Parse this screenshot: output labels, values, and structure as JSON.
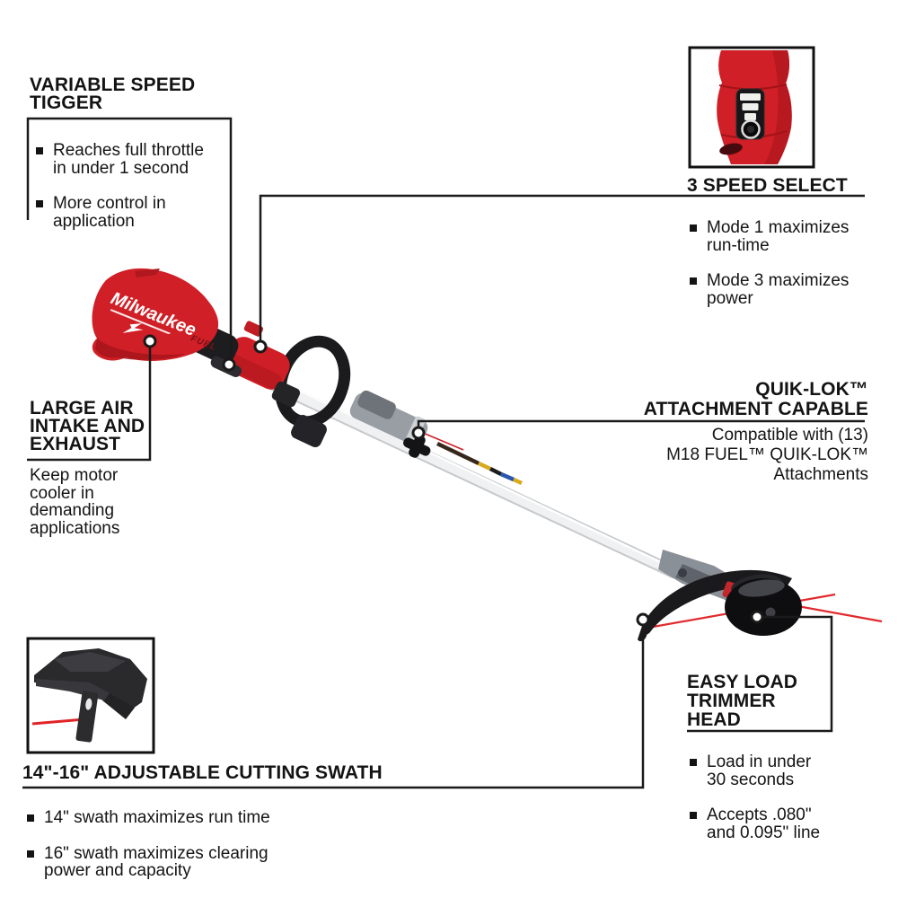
{
  "colors": {
    "brand_red": "#d01f26",
    "trimmer_line_red": "#e12a2e",
    "text_black": "#141414"
  },
  "product": {
    "brand_logo": "Milwaukee",
    "fuel_logo": "FUEL"
  },
  "callouts": {
    "variable_speed": {
      "title": "VARIABLE SPEED\nTIGGER",
      "bullets": [
        "Reaches full throttle\nin under 1 second",
        "More control in\napplication"
      ]
    },
    "speed_select": {
      "title": "3 SPEED SELECT",
      "bullets": [
        "Mode 1 maximizes\nrun-time",
        "Mode 3 maximizes\npower"
      ]
    },
    "quik_lok": {
      "title": "QUIK-LOK™\nATTACHMENT CAPABLE",
      "body": "Compatible with (13)\nM18 FUEL™ QUIK-LOK™\nAttachments"
    },
    "large_air": {
      "title": "LARGE AIR\nINTAKE AND\nEXHAUST",
      "body": "Keep motor\ncooler in\ndemanding\napplications"
    },
    "cutting_swath": {
      "title": "14\"-16\" ADJUSTABLE CUTTING SWATH",
      "bullets": [
        "14\" swath maximizes run time",
        "16\" swath maximizes clearing\npower and capacity"
      ]
    },
    "easy_load": {
      "title": "EASY LOAD\nTRIMMER\nHEAD",
      "bullets": [
        "Load in under\n30 seconds",
        "Accepts .080\"\nand 0.095\" line"
      ]
    }
  }
}
